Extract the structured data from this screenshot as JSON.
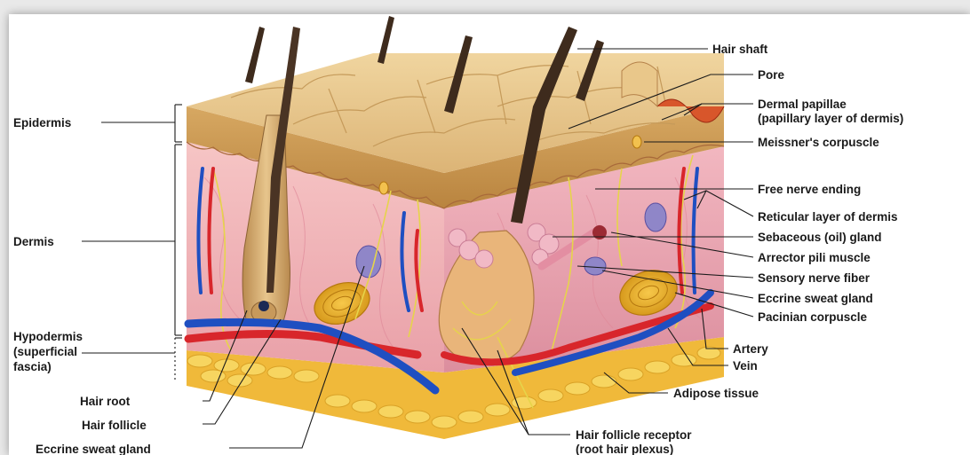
{
  "labels": {
    "left": {
      "epidermis": "Epidermis",
      "dermis": "Dermis",
      "hypodermis": [
        "Hypodermis",
        "(superficial",
        "fascia)"
      ]
    },
    "bottom": {
      "hair_root": "Hair root",
      "hair_follicle": "Hair follicle",
      "eccrine_sweat_gland": "Eccrine sweat gland",
      "hair_follicle_receptor": [
        "Hair follicle receptor",
        "(root hair plexus)"
      ],
      "adipose_tissue": "Adipose tissue"
    },
    "right": {
      "hair_shaft": "Hair shaft",
      "pore": "Pore",
      "dermal_papillae": [
        "Dermal papillae",
        "(papillary layer of dermis)"
      ],
      "meissners_corpuscle": "Meissner's corpuscle",
      "free_nerve_ending": "Free nerve ending",
      "reticular_layer": "Reticular layer of dermis",
      "sebaceous_gland": "Sebaceous (oil) gland",
      "arrector_pili": "Arrector pili muscle",
      "sensory_nerve_fiber": "Sensory nerve fiber",
      "eccrine_sweat_gland": "Eccrine sweat gland",
      "pacinian_corpuscle": "Pacinian corpuscle",
      "artery": "Artery",
      "vein": "Vein"
    }
  },
  "colors": {
    "epidermis_top": "#e9c98d",
    "epidermis_side": "#c99a55",
    "dermis": "#f1b6b9",
    "adipose": "#f5c842",
    "artery": "#d8262b",
    "vein": "#1f4fc1",
    "nerve": "#e6d44a",
    "hair": "#4a3424",
    "follicle": "#d2a567"
  }
}
